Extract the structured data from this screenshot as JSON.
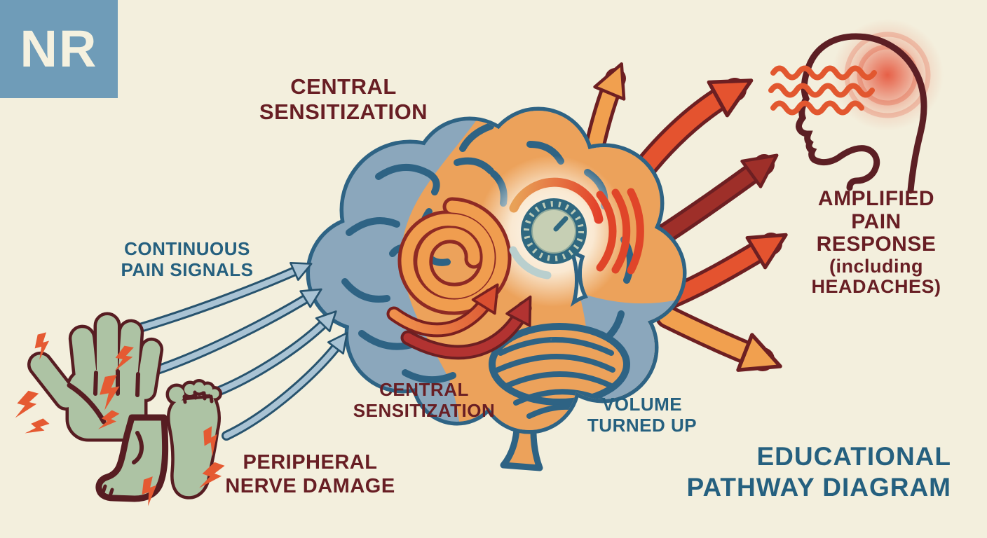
{
  "logo": {
    "text": "NR"
  },
  "labels": {
    "central_sensitization_top": [
      "CENTRAL",
      "SENSITIZATION"
    ],
    "continuous_pain_signals": [
      "CONTINUOUS",
      "PAIN SIGNALS"
    ],
    "peripheral_nerve_damage": [
      "PERIPHERAL",
      "NERVE DAMAGE"
    ],
    "central_sensitization_inner": [
      "CENTRAL",
      "SENSITIZATION"
    ],
    "volume_turned_up": [
      "VOLUME",
      "TURNED UP"
    ],
    "amplified_pain_response": [
      "AMPLIFIED",
      "PAIN",
      "RESPONSE",
      "(including",
      "HEADACHES)"
    ],
    "educational_pathway_diagram": [
      "EDUCATIONAL",
      "PATHWAY DIAGRAM"
    ]
  },
  "icons": [
    "brain-illustration",
    "volume-knob-icon",
    "spiral-icon",
    "amplification-arrows",
    "pain-signal-arrows",
    "output-arrows",
    "hand-icon",
    "foot-side-icon",
    "foot-sole-icon",
    "lightning-bolt-icons",
    "head-profile-icon",
    "headache-waves-icon",
    "headache-glow"
  ],
  "colors": {
    "background": "#f3efdd",
    "logo_blue": "#6f9cb8",
    "maroon_text": "#681e24",
    "teal_text": "#25607f",
    "brain_blue": "#8ba7bc",
    "brain_orange": "#eca25b",
    "brain_outline": "#2e6384",
    "signal_arrow_blue": "#a9c3d4",
    "limb_green": "#adc3a4",
    "limb_outline": "#571d22",
    "bolt_orange": "#e55a32",
    "arrow_orange": "#f1a04f",
    "arrow_red_orange": "#e4532f",
    "arrow_dark_red": "#9e2f29",
    "knob_ring": "#2f6880",
    "knob_face": "#c6cfb4",
    "volume_red": "#e4462c"
  }
}
